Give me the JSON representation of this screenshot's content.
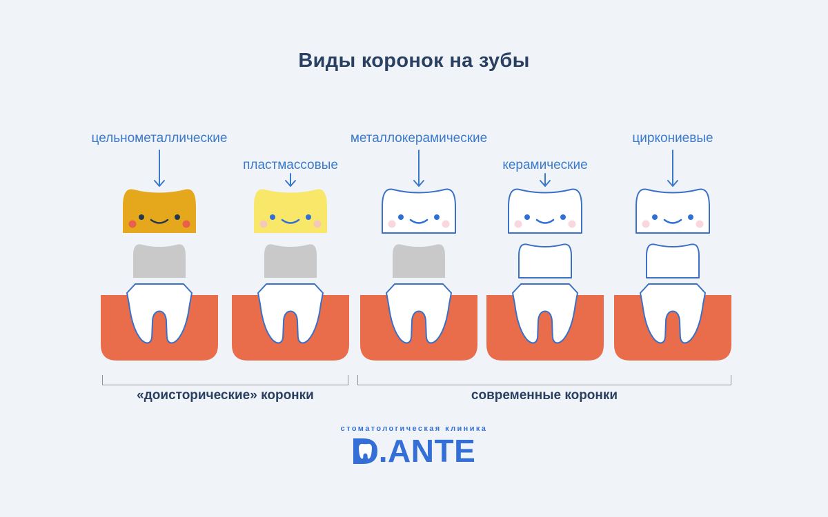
{
  "title": "Виды коронок на зубы",
  "colors": {
    "background": "#f0f4f9",
    "title_text": "#2a4061",
    "label_blue": "#3b79ca",
    "outline_blue": "#3a70c6",
    "gum": "#e96c4b",
    "stub_gray": "#c9c9c9",
    "tooth_white": "#ffffff",
    "bracket_gray": "#909090",
    "logo_blue": "#336fd6"
  },
  "columns": [
    {
      "label": "цельнометаллические",
      "crown_fill": "#e5a81d",
      "crown_stroke": "none",
      "stub_fill": "#c9c9c9",
      "stub_stroke": "none",
      "eye_color": "#24374f",
      "cheek_color": "#ea5f49",
      "smile_color": "#24374f"
    },
    {
      "label": "пластмассовые",
      "crown_fill": "#f9e76a",
      "crown_stroke": "none",
      "stub_fill": "#c9c9c9",
      "stub_stroke": "none",
      "eye_color": "#2f6fd6",
      "cheek_color": "#f6c8b8",
      "smile_color": "#2f6fd6"
    },
    {
      "label": "металлокерамические",
      "crown_fill": "#ffffff",
      "crown_stroke": "#3a70c6",
      "stub_fill": "#c9c9c9",
      "stub_stroke": "none",
      "eye_color": "#2f6fd6",
      "cheek_color": "#f8d8de",
      "smile_color": "#2f6fd6"
    },
    {
      "label": "керамические",
      "crown_fill": "#ffffff",
      "crown_stroke": "#3a70c6",
      "stub_fill": "#ffffff",
      "stub_stroke": "#3a70c6",
      "eye_color": "#2f6fd6",
      "cheek_color": "#f8d8de",
      "smile_color": "#2f6fd6"
    },
    {
      "label": "циркониевые",
      "crown_fill": "#ffffff",
      "crown_stroke": "#3a70c6",
      "stub_fill": "#ffffff",
      "stub_stroke": "#3a70c6",
      "eye_color": "#2f6fd6",
      "cheek_color": "#f8d8de",
      "smile_color": "#2f6fd6"
    }
  ],
  "groups": [
    {
      "label": "«доисторические» коронки"
    },
    {
      "label": "современные коронки"
    }
  ],
  "logo": {
    "tagline": "стоматологическая клиника",
    "brand": "D.ANTE",
    "brand_rest": ".ANTE"
  }
}
